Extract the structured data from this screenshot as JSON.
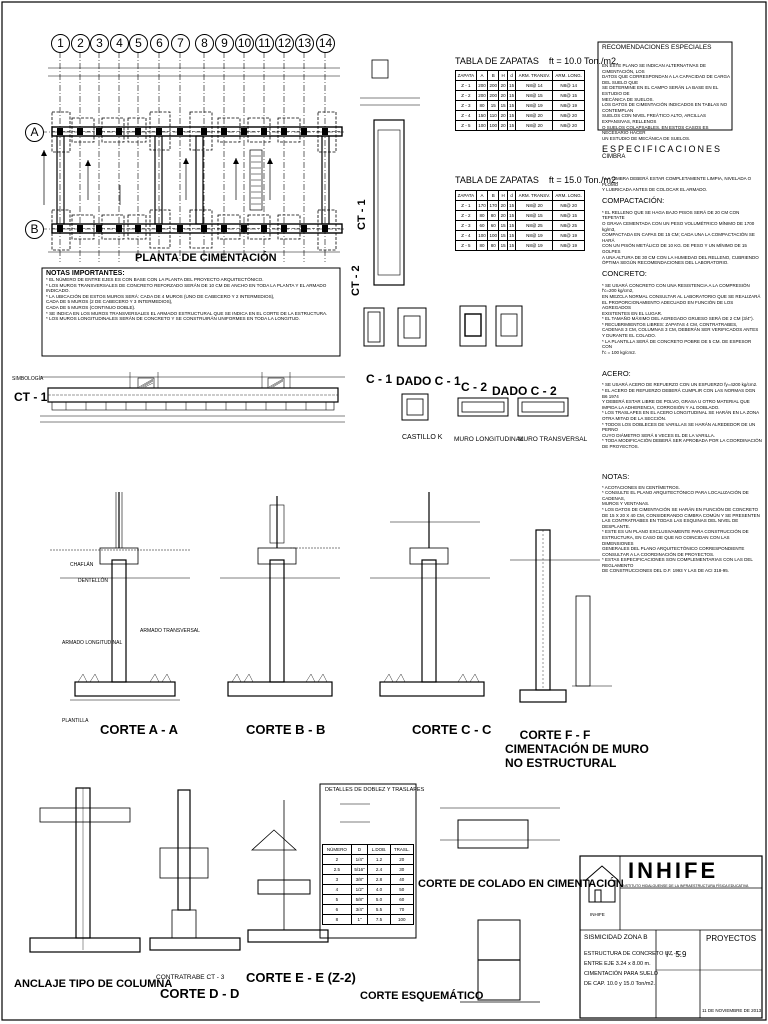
{
  "axes": {
    "columns": [
      "1",
      "2",
      "3",
      "4",
      "5",
      "6",
      "7",
      "8",
      "9",
      "10",
      "11",
      "12",
      "13",
      "14"
    ],
    "rows": [
      "A",
      "B"
    ]
  },
  "plan": {
    "title": "PLANTA  DE  CIMENTACIÓN",
    "ct_label": "CT - 1",
    "notes_title": "NOTAS IMPORTANTES:",
    "notes": [
      "* EL NÚMERO DE ENTRE EJES ES CON BASE CON LA PLANTA DEL PROYECTO ARQUITECTÓNICO.",
      "* LOS MUROS TRANSVERSALES DE CONCRETO REFORZADO SERÁN DE 10 CM DE ANCHO EN TODA LA PLANTA Y EL ARMADO INDICADO.",
      "* LA UBICACIÓN DE ESTOS MUROS SERÁ: CADA DE 4 MUROS (UNO DE CABECERO Y 2 INTERMEDIOS),",
      "                    CADA DE 5 MUROS (2 DE CABECERO Y 3 INTERMEDIOS),",
      "                    CADA DE 5 MUROS (CONTINUO DOBLE).",
      "* SE INDICA EN LOS MUROS TRANSVERSALES EL ARMADO ESTRUCTURAL QUE SE INDICA EN EL CORTE DE LA ESTRUCTURA.",
      "* LOS MUROS LONGITUDINALES SERÁN DE CONCRETO Y SE CONSTRUIRÁN UNIFORMES EN TODA LA LONGITUD."
    ]
  },
  "section_ct1": {
    "label": "CT - 1",
    "symbology": "SIMBOLOGÍA"
  },
  "tabla1": {
    "title": "TABLA DE ZAPATAS",
    "capacity": "ft = 10.0 Ton./m2.",
    "headers": [
      "ZAPATA",
      "A",
      "B",
      "H",
      "d",
      "ARM. TRANSV.",
      "ARM. LONG."
    ],
    "rows": [
      [
        "Z - 1",
        "200",
        "200",
        "20",
        "15",
        "N8@ 14",
        "N8@ 14"
      ],
      [
        "Z - 2",
        "200",
        "200",
        "20",
        "15",
        "N8@ 15",
        "N8@ 15"
      ],
      [
        "Z - 3",
        "80",
        "15",
        "15",
        "15",
        "N8@ 19",
        "N8@ 19"
      ],
      [
        "Z - 4",
        "150",
        "110",
        "20",
        "15",
        "N8@ 20",
        "N8@ 20"
      ],
      [
        "Z - 5",
        "100",
        "100",
        "20",
        "15",
        "N8@ 20",
        "N8@ 20"
      ]
    ]
  },
  "tabla2": {
    "title": "TABLA DE ZAPATAS",
    "capacity": "ft = 15.0 Ton./m2.",
    "headers": [
      "ZAPATA",
      "A",
      "B",
      "H",
      "d",
      "ARM. TRANSV.",
      "ARM. LONG."
    ],
    "rows": [
      [
        "Z - 1",
        "170",
        "170",
        "20",
        "15",
        "N8@ 20",
        "N8@ 20"
      ],
      [
        "Z - 2",
        "80",
        "80",
        "20",
        "15",
        "N8@ 15",
        "N8@ 15"
      ],
      [
        "Z - 3",
        "60",
        "60",
        "15",
        "15",
        "N8@ 25",
        "N8@ 25"
      ],
      [
        "Z - 4",
        "100",
        "100",
        "15",
        "15",
        "N8@ 19",
        "N8@ 19"
      ],
      [
        "Z - 5",
        "80",
        "80",
        "15",
        "15",
        "N8@ 19",
        "N8@ 19"
      ]
    ]
  },
  "recomendaciones": {
    "title": "RECOMENDACIONES ESPECIALES",
    "text": [
      "EN ESTE PLANO SE INDICAN ALTERNATIVAS DE CIMENTACIÓN, LOS",
      "DATOS QUE CORRESPONDAN A LA CAPACIDAD DE CARGA DEL SUELO QUE",
      "SE DETERMINE EN EL CAMPO SERÁN LA BASE EN EL ESTUDIO DE",
      "MECÁNICA DE SUELOS.",
      "LOS DATOS DE CIMENTACIÓN INDICADOS EN TABLAS NO CONTEMPLAN",
      "SUELOS CON NIVEL FREÁTICO ALTO, ARCILLAS EXPANSIVAS, RELLENOS",
      "O SUELOS COLAPSABLES. EN ESTOS CASOS ES NECESARIO HACER",
      "UN ESTUDIO DE MECÁNICA DE SUELOS."
    ]
  },
  "especificaciones": {
    "title": "ESPECIFICACIONES",
    "cimbra_h": "CIMBRA",
    "cimbra": [
      "* LA CIMBRA DEBERÁ ESTAR COMPLETAMENTE LIMPIA, NIVELADA O PLOMO",
      "Y LUBRICADA ANTES DE COLOCAR EL ARMADO."
    ],
    "compactacion_h": "COMPACTACIÓN:",
    "compactacion": [
      "* EL RELLENO QUE SE HAGA BAJO PISOS SERÁ DE 20 CM CON TEPETATE",
      "O GRAVA CEMENTADA CON UN PESO VOLUMÉTRICO MÍNIMO DE 1700 kg/m3,",
      "COMPACTADA EN CAPAS DE 15 CM; CADA UNA LA COMPACTACIÓN SE HARÁ",
      "CON UN PISÓN METÁLICO DE 10 KG. DE PESO Y UN MÍNIMO DE 15 GOLPES",
      "A UNA ALTURA DE 30 CM CON LA HUMEDAD DEL RELLENO, CUBRIENDO",
      "ÓPTIMA SEGÚN RECOMENDACIONES DEL LABORATORIO."
    ],
    "concreto_h": "CONCRETO:",
    "concreto": [
      "* SE USARÁ CONCRETO CON UNA RESISTENCIA A LA COMPRESIÓN f'c=200 kg/cm2,",
      "EN MEZCLA NORMAL CONSULTAR AL LABORATORIO QUE SE REALIZARÁ",
      "EL PROPORCIONAMIENTO ADECUADO EN FUNCIÓN DE LOS AGREGADOS",
      "EXISTENTES EN EL LUGAR.",
      "* EL TAMAÑO MÁXIMO DEL AGREGADO GRUESO SERÁ DE 2 CM (3/4\").",
      "* RECUBRIMIENTOS LIBRES: ZAPATAS 4 CM, CONTRATRABES,",
      "CADENAS 3 CM, COLUMNAS 3 CM, DEBERÁN SER VERIFICADOS ANTES",
      "Y DURANTE EL COLADO.",
      "* LA PLANTILLA SERÁ DE CONCRETO POBRE DE 5 CM. DE ESPESOR CON",
      "f'c = 100 kg/cm2."
    ],
    "acero_h": "ACERO:",
    "acero": [
      "* SE USARÁ ACERO DE REFUERZO CON UN ESFUERZO fy=4200 kg/cm2.",
      "* EL ACERO DE REFUERZO DEBERÁ CUMPLIR CON LAS NORMAS DGN B6 1974",
      "Y DEBERÁ ESTAR LIBRE DE POLVO, GRASA U OTRO MATERIAL QUE",
      "IMPIDA LA ADHERENCIA, CORROSIÓN Y AL DOBLADO.",
      "* LOS TRASLAPES EN EL ACERO LONGITUDINAL SE HARÁN EN LA ZONA",
      "OTRA MITAD DE LA SECCIÓN.",
      "* TODOS LOS DOBLECES DE VARILLAS SE HARÁN ALREDEDOR DE UN PERNO",
      "CUYO DIÁMETRO SERÁ 6 VECES EL DE LA VARILLA.",
      "* TODA MODIFICACIÓN DEBERÁ SER APROBADA POR LA COORDINACIÓN",
      "DE PROYECTOS."
    ],
    "notas_h": "NOTAS:",
    "notas": [
      "* ACOTACIONES EN CENTÍMETROS.",
      "* CONSULTE EL PLANO ARQUITECTÓNICO PARA LOCALIZACIÓN DE CADENAS,",
      "MUROS Y VENTANAS.",
      "* LOS DATOS DE CIMENTACIÓN SE HARÁN EN FUNCIÓN DE CONCRETO",
      "DE 15 X 20 X 40 CM, CONSIDERANDO CIMBRA COMÚN Y SE PRESENTEN",
      "LAS CONTRATRABES EN TODAS LAS ESQUINAS DEL NIVEL DE DESPLANTE.",
      "* ESTE ES UN PLANO EXCLUSIVAMENTE PARA CONSTRUCCIÓN DE",
      "ESTRUCTURA, EN CASO DE QUE NO COINCIDAN CON LAS DIMENSIONES",
      "GENERALES DEL PLANO ARQUITECTÓNICO CORRESPONDIENTE",
      "CONSULTAR A LA COORDINACIÓN DE PROYECTOS.",
      "* ESTAS ESPECIFICACIONES SON COMPLEMENTARIAS CON LAS DEL REGLAMENTO",
      "DE CONSTRUCCIONES DEL D.F. 1993 Y LAS DE ACI 318-95."
    ]
  },
  "details": {
    "c1": "C - 1",
    "dado_c1": "DADO  C - 1",
    "c2": "C - 2",
    "dado_c2": "DADO  C - 2",
    "ct2": "CT - 2",
    "castillo": "CASTILLO  K",
    "muro_long": "MURO LONGITUDINAL",
    "muro_transv": "MURO TRANSVERSAL"
  },
  "cortes": {
    "aa": "CORTE  A - A",
    "bb": "CORTE  B - B",
    "cc": "CORTE  C - C",
    "ff_1": "CORTE  F - F",
    "ff_2": "CIMENTACIÓN DE MURO",
    "ff_3": "NO ESTRUCTURAL",
    "anclaje": "ANCLAJE TIPO DE COLUMNA",
    "dd": "CORTE  D - D",
    "ee": "CORTE  E - E (Z-2)",
    "colado": "CORTE DE COLADO EN CIMENTACIÓN",
    "esquematico": "CORTE ESQUEMÁTICO",
    "contratrabe": "CONTRATRABE  CT - 3",
    "plantilla": "PLANTILLA",
    "armado_long": "ARMADO LONGITUDINAL",
    "armado_transv": "ARMADO TRANSVERSAL",
    "chaflan": "CHAFLÁN",
    "dentellon": "DENTELLÓN"
  },
  "dobleces": {
    "title": "DETALLES DE DOBLEZ Y TRASLAPES",
    "headers": [
      "NÚMERO",
      "D",
      "L.DOB.",
      "TRASL."
    ],
    "rows": [
      [
        "2",
        "1/4\"",
        "1.2",
        "20"
      ],
      [
        "2.5",
        "5/16\"",
        "2.4",
        "30"
      ],
      [
        "3",
        "3/8\"",
        "2.8",
        "40"
      ],
      [
        "4",
        "1/2\"",
        "4.0",
        "50"
      ],
      [
        "5",
        "5/8\"",
        "5.0",
        "60"
      ],
      [
        "6",
        "3/4\"",
        "5.5",
        "70"
      ],
      [
        "8",
        "1\"",
        "7.5",
        "100"
      ]
    ]
  },
  "titleblock": {
    "logo": "INHIFE",
    "institution": "INSTITUTO HIDALGUENSE DE LA INFRAESTRUCTURA FÍSICA EDUCATIVA",
    "small": "INHIFE",
    "seismic": "SISMICIDAD ZONA B",
    "desc1": "ESTRUCTURA DE CONCRETO UZ - C",
    "desc2": "ENTRE EJE 3.24 x 8.00 m.",
    "desc3": "CIMENTACIÓN PARA SUELO",
    "desc4": "DE CAP. 10.0 y 15.0 Ton/m2.",
    "plan_no": "I - 5.9",
    "dept": "PROYECTOS",
    "date": "11 DE NOVIEMBRE DE 2013"
  },
  "colors": {
    "ink": "#000000",
    "paper": "#ffffff"
  }
}
